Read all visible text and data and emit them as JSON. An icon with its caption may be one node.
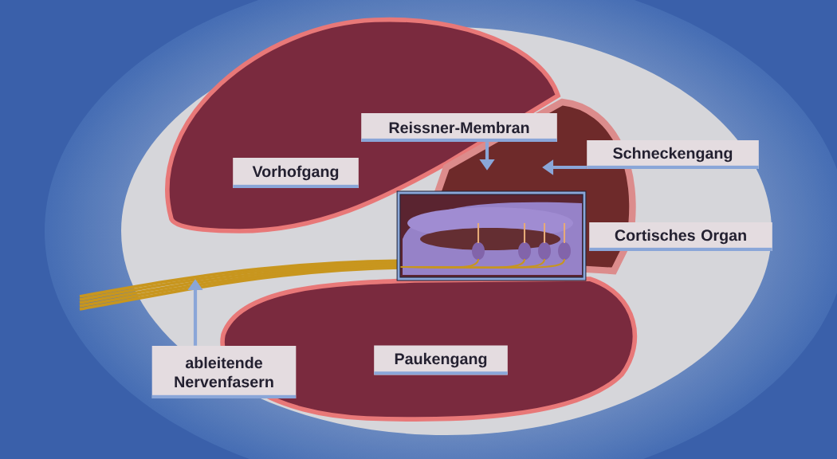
{
  "diagram": {
    "nodes": [
      {
        "text": [
          "Vorhofgang"
        ]
      },
      {
        "text": [
          "Reissner-Membran"
        ]
      },
      {
        "text": [
          "Schneckengang"
        ]
      },
      {
        "text": [
          "Cortisches Organ"
        ]
      },
      {
        "text": [
          "Paukengang"
        ]
      },
      {
        "text": [
          "ableitende Nervenfasern"
        ]
      }
    ],
    "edges": [
      {
        "from": 1,
        "to": null,
        "arrow": "to"
      },
      {
        "from": 2,
        "to": null,
        "arrow": "to"
      },
      {
        "from": 5,
        "to": null,
        "arrow": "to"
      }
    ]
  }
}
